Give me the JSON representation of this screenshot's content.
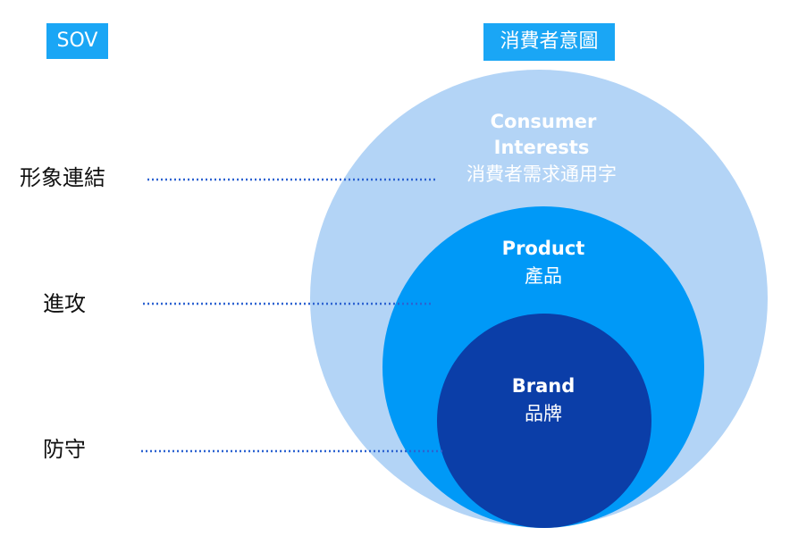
{
  "headers": {
    "sov": "SOV",
    "consumer_intent": "消費者意圖"
  },
  "levels": [
    {
      "label": "形象連結"
    },
    {
      "label": "進攻"
    },
    {
      "label": "防守"
    }
  ],
  "circles": {
    "outer": {
      "line1": "Consumer",
      "line2": "Interests",
      "line3": "消費者需求通用字",
      "color": "#b3d4f6"
    },
    "middle": {
      "line1": "Product",
      "line2": "產品",
      "color": "#0099f7"
    },
    "inner": {
      "line1": "Brand",
      "line2": "品牌",
      "color": "#0b3ea8"
    }
  },
  "colors": {
    "badge": "#1aa6f5",
    "dotted_line": "#2d63d1"
  }
}
